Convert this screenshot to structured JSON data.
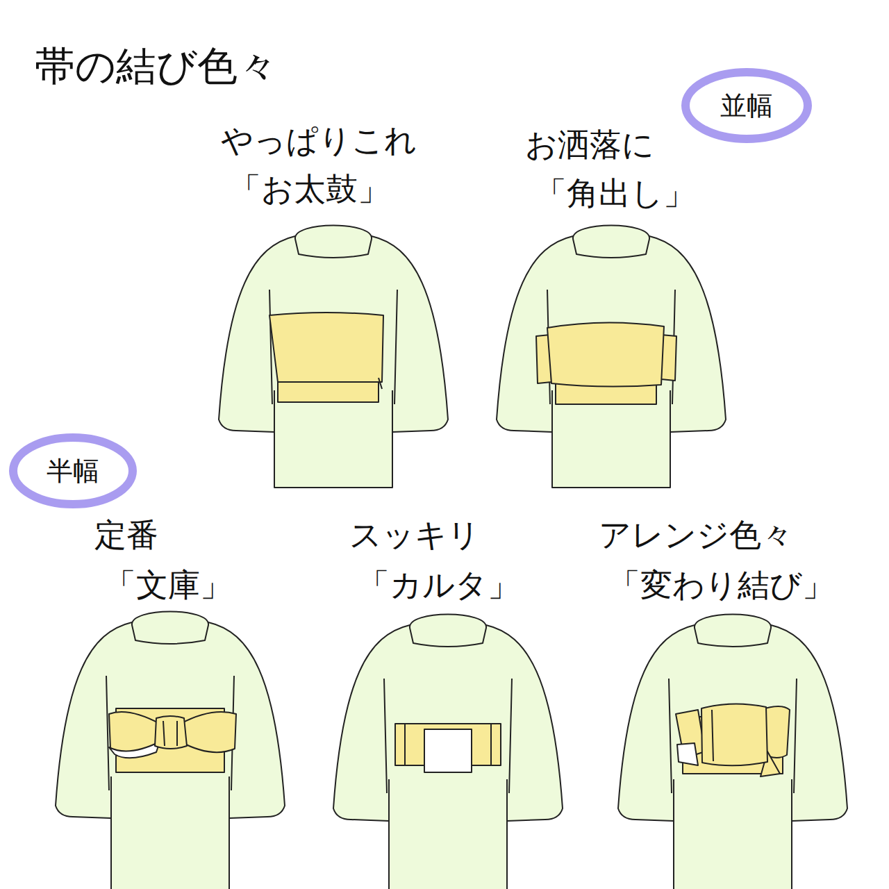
{
  "diagram": {
    "title": "帯の結び色々",
    "nodes": [
      {
        "text": [
          "並幅"
        ]
      },
      {
        "text": [
          "半幅"
        ]
      }
    ],
    "labels": [
      "やっぱりこれ",
      "「お太鼓」",
      "お洒落に",
      "「角出し」",
      "定番",
      "「文庫」",
      "スッキリ",
      "「カルタ」",
      "アレンジ色々",
      "「変わり結び」"
    ]
  }
}
